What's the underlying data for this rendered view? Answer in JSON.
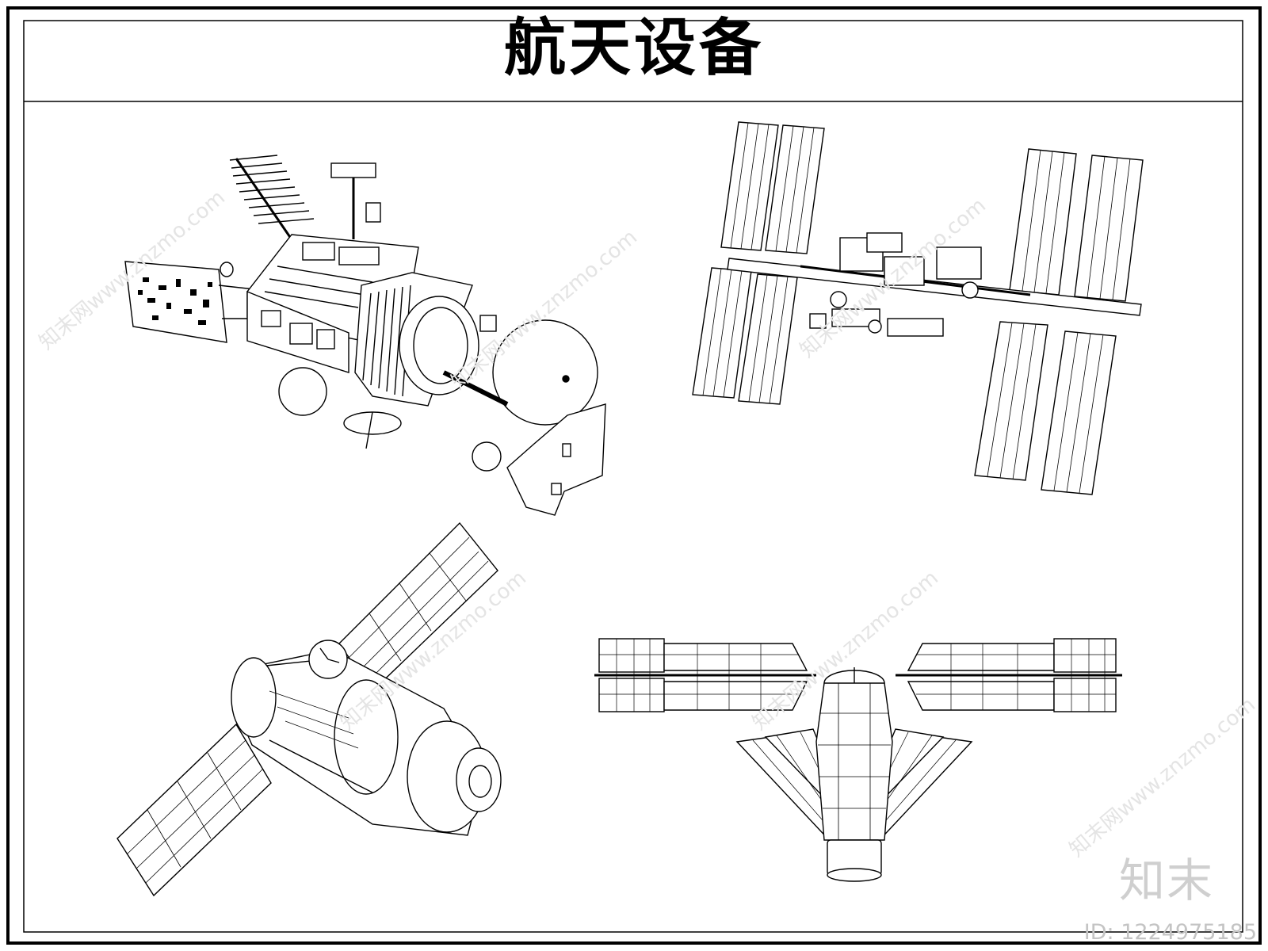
{
  "title": "航天设备",
  "watermark": {
    "brand": "知末",
    "id_label": "ID: 1224975185",
    "diagonal_text": "知末网www.znzmo.com"
  },
  "colors": {
    "line": "#000000",
    "background": "#ffffff",
    "watermark": "#d8d8d8"
  },
  "drawings": [
    {
      "name": "satellite-with-antenna"
    },
    {
      "name": "space-station-truss"
    },
    {
      "name": "cylindrical-module-with-wings"
    },
    {
      "name": "core-module-with-panels"
    }
  ]
}
